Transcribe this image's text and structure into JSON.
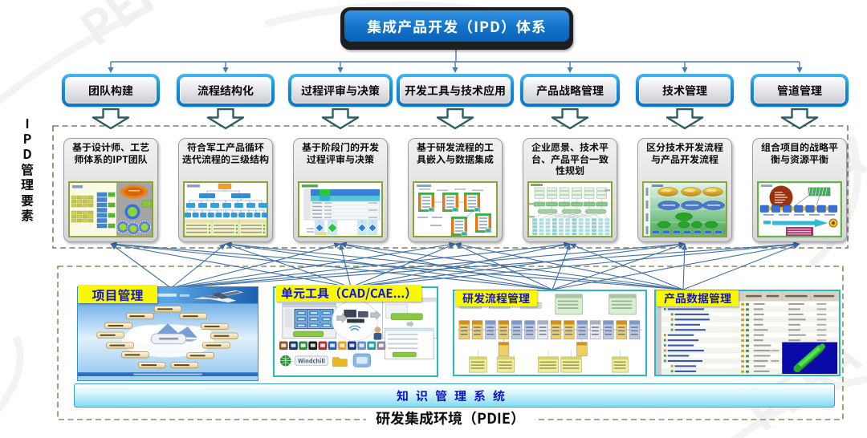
{
  "title": "集成产品开发（IPD）体系",
  "side_label": "IPD管理要素",
  "elements": [
    {
      "label": "团队构建",
      "description": "基于设计师、工艺\n师体系的IPT团队"
    },
    {
      "label": "流程结构化",
      "description": "符合军工产品循环\n迭代流程的三级结构"
    },
    {
      "label": "过程评审与决策",
      "description": "基于阶段门的开发\n过程评审与决策"
    },
    {
      "label": "开发工具与技术应用",
      "description": "基于研发流程的工\n具嵌入与数据集成"
    },
    {
      "label": "产品战略管理",
      "description": "企业愿景、技术平\n台、产品平台一致\n性规划"
    },
    {
      "label": "技术管理",
      "description": "区分技术开发流程\n与产品开发流程"
    },
    {
      "label": "管道管理",
      "description": "组合项目的战略平\n衡与资源平衡"
    }
  ],
  "environment": {
    "caption": "研发集成环境（PDIE）",
    "knowledge_bar": "知识管理系统",
    "panels": [
      {
        "label": "项目管理"
      },
      {
        "label": "单元工具（CAD/CAE...）",
        "windchill_badge": "Windchill"
      },
      {
        "label": "研发流程管理"
      },
      {
        "label": "产品数据管理"
      }
    ]
  },
  "watermark": "PERA"
}
